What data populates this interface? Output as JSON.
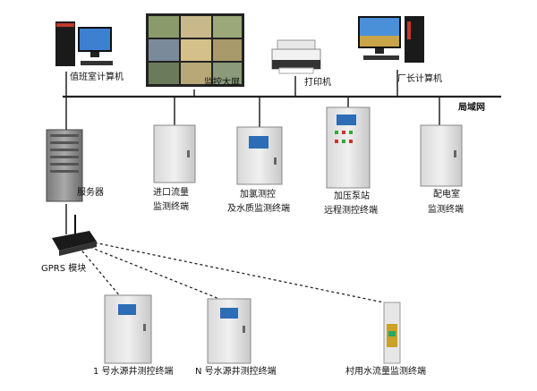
{
  "network": {
    "lan_label": "局域网"
  },
  "devices": {
    "duty_room_pc": "值班室计算机",
    "monitor_wall": "监控大屏",
    "printer": "打印机",
    "director_pc": "厂长计算机",
    "server": "服务器",
    "inlet_flow": {
      "line1": "进口流量",
      "line2": "监测终端"
    },
    "chlorine": {
      "line1": "加氯测控",
      "line2": "及水质监测终端"
    },
    "booster": {
      "line1": "加压泵站",
      "line2": "远程测控终端"
    },
    "power_room": {
      "line1": "配电室",
      "line2": "监测终端"
    },
    "gprs": "GPRS 模块",
    "well_1": "1 号水源井测控终端",
    "well_n": "N 号水源井测控终端",
    "village_flow": "村用水流量监测终端"
  },
  "colors": {
    "line": "#222222",
    "cabinet": "#e6e6e6",
    "cabinet_dark": "#bfbfbf"
  }
}
